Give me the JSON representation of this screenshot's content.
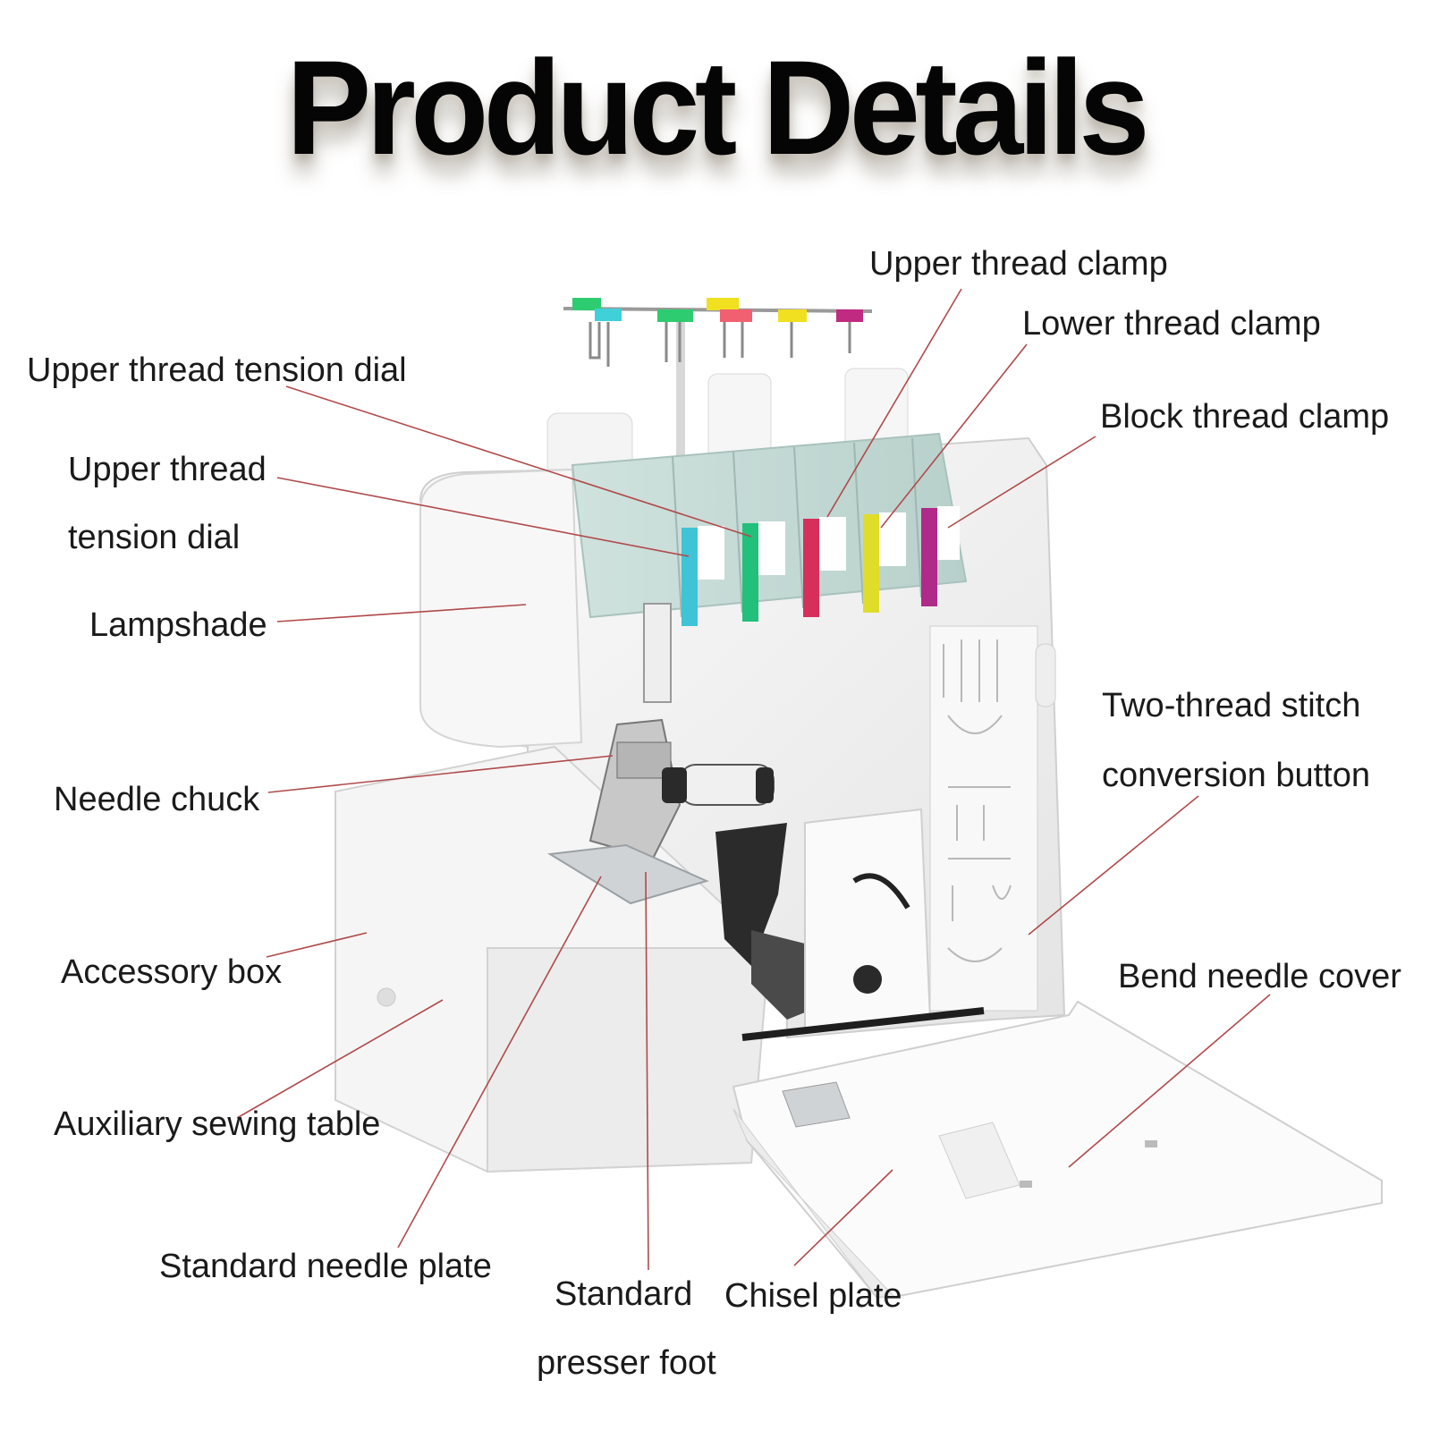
{
  "title": "Product Details",
  "labels": {
    "upper_thread_clamp": "Upper thread clamp",
    "lower_thread_clamp": "Lower thread clamp",
    "block_thread_clamp": "Block thread clamp",
    "upper_thread_tension_dial_1": "Upper thread tension dial",
    "upper_thread_tension_dial_2_line1": "Upper thread",
    "upper_thread_tension_dial_2_line2": "tension dial",
    "lampshade": "Lampshade",
    "needle_chuck": "Needle chuck",
    "two_thread_line1": "Two-thread stitch",
    "two_thread_line2": "conversion button",
    "accessory_box": "Accessory box",
    "bend_needle_cover": "Bend needle cover",
    "auxiliary_sewing_table": "Auxiliary sewing table",
    "standard_needle_plate": "Standard needle plate",
    "standard_presser_foot_line1": "Standard",
    "standard_presser_foot_line2": "presser foot",
    "chisel_plate": "Chisel plate"
  },
  "colors": {
    "leader_line": "#b04a4a",
    "panel": "#c7dcd8",
    "body": "#f2f2f2",
    "dial_colors": [
      "#3fc3d6",
      "#22c07a",
      "#d6305a",
      "#e0dc2a",
      "#b02a8a"
    ]
  }
}
